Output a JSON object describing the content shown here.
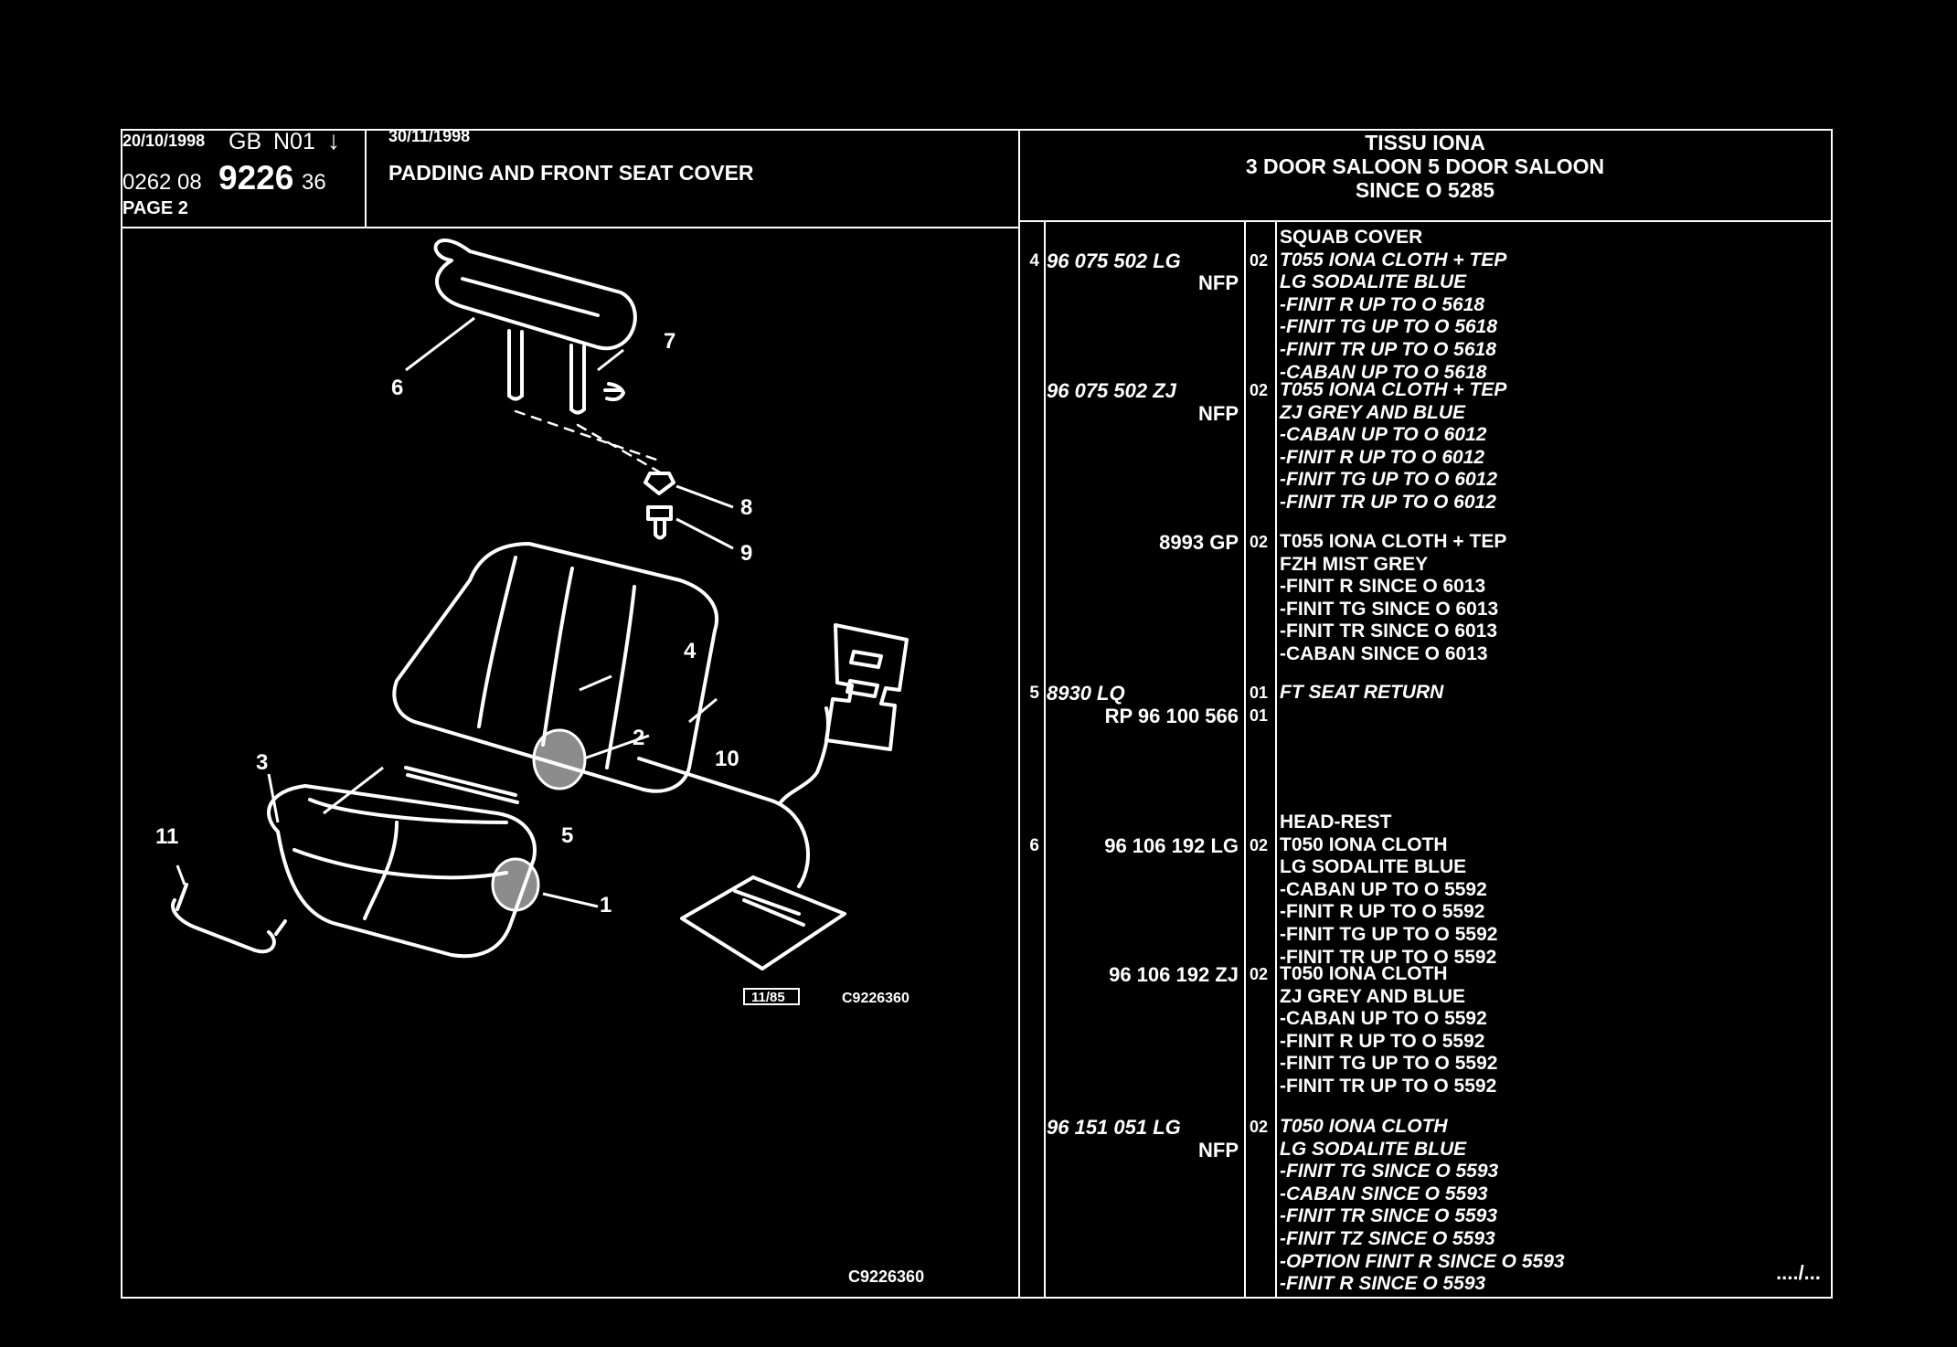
{
  "header": {
    "date": "20/10/1998",
    "country": "GB",
    "version": "N01",
    "ref_prefix": "0262 08",
    "ref_main": "9226",
    "ref_suffix": "36",
    "page": "PAGE 2",
    "date2": "30/11/1998",
    "title": "PADDING AND FRONT SEAT COVER",
    "right_line1": "TISSU IONA",
    "right_line2": "3 DOOR SALOON 5 DOOR SALOON",
    "right_line3": "SINCE O      5285"
  },
  "diagram": {
    "callouts": [
      "1",
      "2",
      "3",
      "4",
      "5",
      "6",
      "7",
      "8",
      "9",
      "10",
      "11"
    ],
    "date_box": "11/85",
    "code_small": "C9226360",
    "code_bottom": "C9226360"
  },
  "parts": [
    {
      "item": "4",
      "ref": "96 075 502 LG",
      "sub": "NFP",
      "qty": "02",
      "lines": [
        "SQUAB COVER",
        "T055 IONA CLOTH + TEP",
        "LG SODALITE BLUE",
        "-FINIT R UP TO O 5618",
        "-FINIT TG UP TO O 5618",
        "-FINIT TR UP TO O 5618",
        "-CABAN UP TO O 5618"
      ]
    },
    {
      "item": "",
      "ref": "96 075 502 ZJ",
      "sub": "NFP",
      "qty": "02",
      "lines": [
        "T055 IONA CLOTH + TEP",
        "ZJ GREY AND BLUE",
        "-CABAN UP TO O 6012",
        "-FINIT R UP TO O 6012",
        "-FINIT TG UP TO O 6012",
        "-FINIT TR UP TO O 6012"
      ]
    },
    {
      "item": "",
      "ref": "8993 GP",
      "sub": "",
      "qty": "02",
      "lines": [
        "T055 IONA CLOTH + TEP",
        "FZH MIST GREY",
        "-FINIT R SINCE O 6013",
        "-FINIT TG SINCE O 6013",
        "-FINIT TR SINCE O 6013",
        "-CABAN SINCE O 6013"
      ]
    },
    {
      "item": "5",
      "ref": "8930 LQ",
      "sub": "RP  96 100 566",
      "qty": "01",
      "qty2": "01",
      "lines": [
        "FT SEAT RETURN"
      ]
    },
    {
      "item": "6",
      "ref": "96 106 192 LG",
      "sub": "",
      "qty": "02",
      "lines": [
        "HEAD-REST",
        "T050 IONA CLOTH",
        "LG SODALITE BLUE",
        "-CABAN UP TO O 5592",
        "-FINIT R UP TO O 5592",
        "-FINIT TG UP TO O 5592",
        "-FINIT TR UP TO O 5592"
      ]
    },
    {
      "item": "",
      "ref": "96 106 192 ZJ",
      "sub": "",
      "qty": "02",
      "lines": [
        "T050 IONA CLOTH",
        "ZJ GREY AND BLUE",
        "-CABAN UP TO O 5592",
        "-FINIT R UP TO O 5592",
        "-FINIT TG UP TO O 5592",
        "-FINIT TR UP TO O 5592"
      ]
    },
    {
      "item": "",
      "ref": "96 151 051 LG",
      "sub": "NFP",
      "qty": "02",
      "lines": [
        "T050 IONA CLOTH",
        "LG SODALITE BLUE",
        "-FINIT TG SINCE O 5593",
        "-CABAN SINCE O 5593",
        "-FINIT TR SINCE O 5593",
        "-FINIT TZ SINCE O 5593",
        "-OPTION FINIT R SINCE O 5593",
        "-FINIT R SINCE O 5593"
      ]
    }
  ],
  "continued": "..../..."
}
